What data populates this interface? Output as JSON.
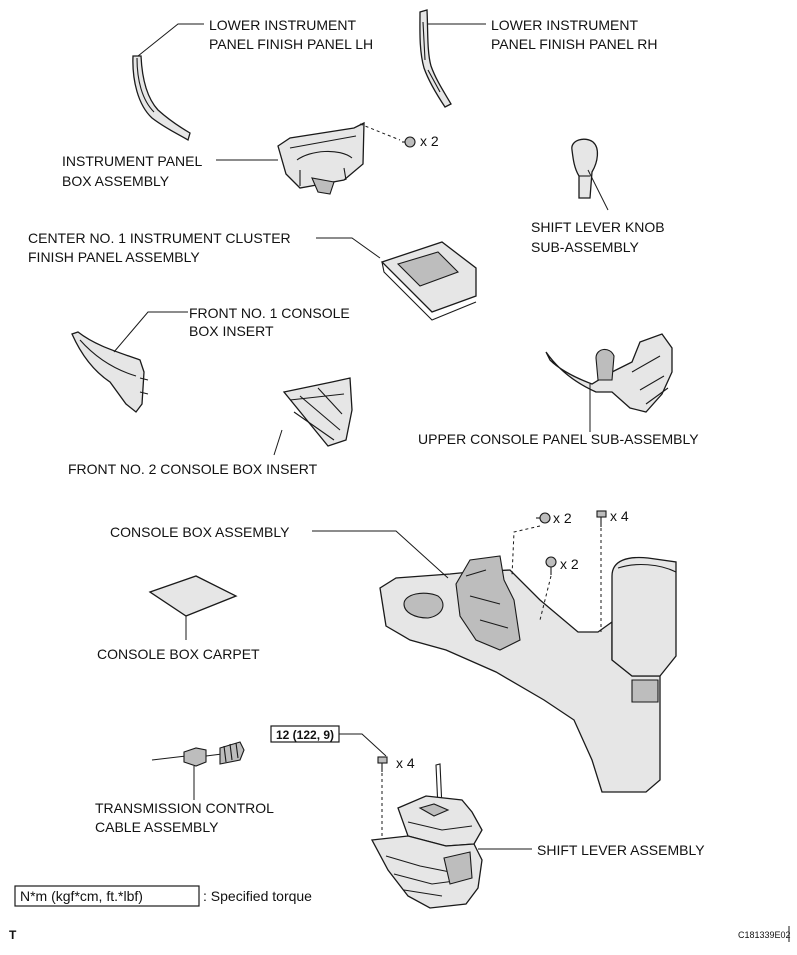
{
  "labels": {
    "lh_panel": [
      "LOWER INSTRUMENT",
      "PANEL FINISH PANEL LH"
    ],
    "rh_panel": [
      "LOWER INSTRUMENT",
      "PANEL FINISH PANEL RH"
    ],
    "instrument_panel_box": [
      "INSTRUMENT PANEL",
      "BOX ASSEMBLY"
    ],
    "shift_knob": [
      "SHIFT LEVER KNOB",
      "SUB-ASSEMBLY"
    ],
    "center_cluster": [
      "CENTER NO. 1 INSTRUMENT CLUSTER",
      "FINISH PANEL ASSEMBLY"
    ],
    "front_insert_1": [
      "FRONT NO. 1 CONSOLE",
      "BOX INSERT"
    ],
    "upper_console": [
      "UPPER CONSOLE PANEL SUB-ASSEMBLY"
    ],
    "front_insert_2": [
      "FRONT NO. 2 CONSOLE BOX INSERT"
    ],
    "console_box": [
      "CONSOLE BOX ASSEMBLY"
    ],
    "console_carpet": [
      "CONSOLE BOX CARPET"
    ],
    "transmission_cable": [
      "TRANSMISSION CONTROL",
      "CABLE ASSEMBLY"
    ],
    "shift_lever": [
      "SHIFT LEVER ASSEMBLY"
    ]
  },
  "quantities": {
    "box_screws": "x 2",
    "console_clips": "x 2",
    "console_screws_mid": "x 2",
    "console_bolts": "x 4",
    "shift_bolts": "x 4"
  },
  "torque": {
    "value": "12 (122, 9)"
  },
  "legend": {
    "unit_box": "N*m (kgf*cm, ft.*lbf)",
    "text": ": Specified torque"
  },
  "footer": {
    "corner_mark": "T",
    "figure_code": "C181339E02"
  }
}
